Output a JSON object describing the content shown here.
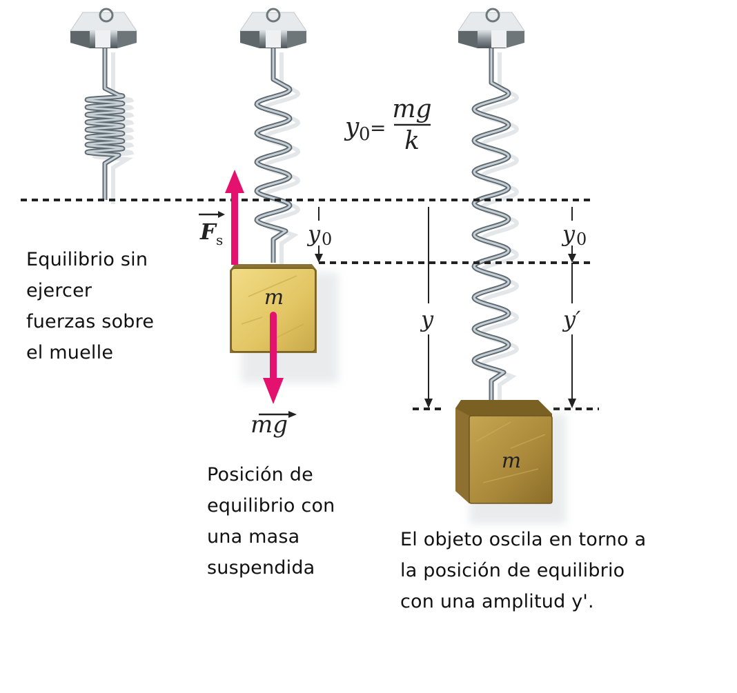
{
  "figure": {
    "title": "Oscilación de una masa suspendida de un muelle",
    "colors": {
      "background": "#ffffff",
      "force_arrow": "#e4126e",
      "block_light": "#e9cf6e",
      "block_dark": "#9a7a2e",
      "spring": "#a9b4bc",
      "mount": "#7f878c",
      "dashed_line": "#222222"
    },
    "formula": {
      "lhs": "y",
      "lhs_sub": "0",
      "equals": "=",
      "numerator": "mg",
      "denominator": "k"
    },
    "panel_1": {
      "caption": "Equilibrio sin\nejercer\nfuerzas sobre\nel muelle"
    },
    "panel_2": {
      "block_label": "m",
      "spring_force_label": "F",
      "spring_force_sub": "s",
      "weight_label": "mg",
      "y0_label": "y",
      "y0_sub": "0",
      "caption": "Posición de\nequilibrio con\nuna masa\nsuspendida"
    },
    "panel_3": {
      "block_label": "m",
      "y_label": "y",
      "y0_label": "y",
      "y0_sub": "0",
      "y_prime_label": "y′",
      "caption": "El objeto oscila en torno a\nla posición de equilibrio\ncon una amplitud y'."
    }
  }
}
